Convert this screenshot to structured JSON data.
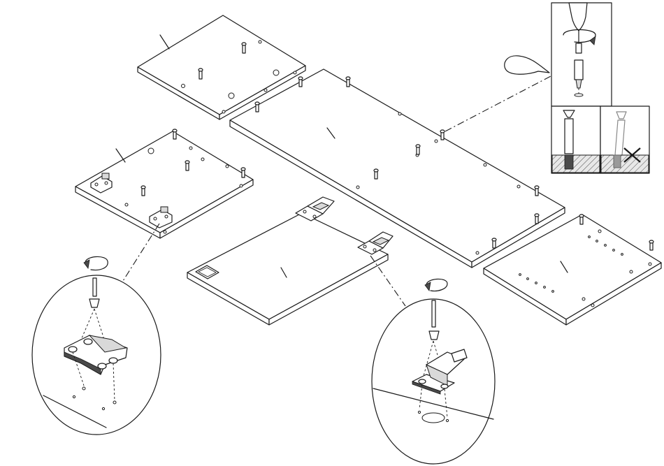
{
  "figure": {
    "description_visible_text": "",
    "panels": [
      "top-shelf",
      "long-side-panel",
      "bottom-shelf",
      "right-shelf",
      "door-panel"
    ],
    "insets": [
      "dowel-insertion-inset",
      "left-hinge-plate-zoom",
      "right-hinge-zoom"
    ],
    "icons": {
      "rotate": "clockwise-arrow-icon",
      "wrong": "cross-mark-icon"
    }
  }
}
